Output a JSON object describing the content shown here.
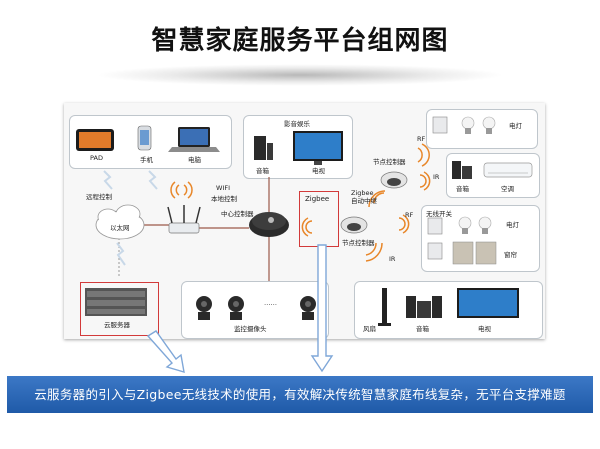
{
  "title": "智慧家庭服务平台组网图",
  "caption": "云服务器的引入与Zigbee无线技术的使用，有效解决传统智慧家庭布线复杂，无平台支撑难题",
  "labels": {
    "pad": "PAD",
    "phone": "手机",
    "pc": "电脑",
    "remote": "远程控制",
    "ethernet": "以太网",
    "wifi": "WIFI",
    "local": "本地控制",
    "hub": "中心控制器",
    "av_title": "影音娱乐",
    "speaker1": "音箱",
    "tv1": "电视",
    "zigbee": "Zigbee",
    "relay": "Zigbee\n自动中继",
    "node1": "节点控制器",
    "node2": "节点控制器",
    "rf1": "RF",
    "rf2": "RF",
    "ir1": "IR",
    "ir2": "IR",
    "light1": "电灯",
    "speaker2": "音箱",
    "ac": "空调",
    "wireless_switch": "无线开关",
    "light2": "电灯",
    "curtain": "窗帘",
    "server": "云服务器",
    "dots": "……",
    "cameras": "监控摄像头",
    "fan": "风扇",
    "speaker3": "音箱",
    "tv3": "电视"
  },
  "colors": {
    "caption_bg": "#2b68b8",
    "highlight": "#d23a3a",
    "wave_orange": "#e8872a",
    "arrow_blue": "#7fa7d8"
  }
}
